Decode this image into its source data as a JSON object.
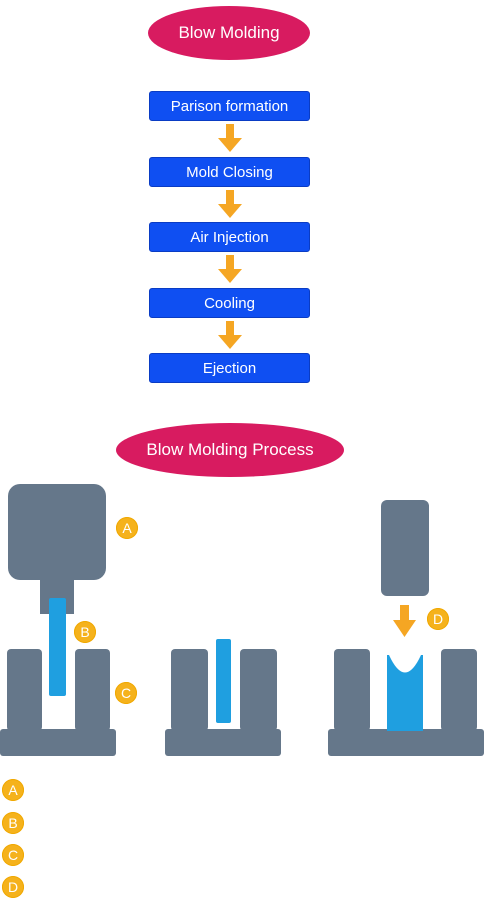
{
  "title": "Blow Molding",
  "steps": [
    "Parison formation",
    "Mold Closing",
    "Air Injection",
    "Cooling",
    "Ejection"
  ],
  "process_title": "Blow Molding Process",
  "markers": [
    "A",
    "B",
    "C",
    "D"
  ],
  "legend": [
    {
      "marker": "A",
      "text": ""
    },
    {
      "marker": "B",
      "text": ""
    },
    {
      "marker": "C",
      "text": ""
    },
    {
      "marker": "D",
      "text": ""
    }
  ],
  "colors": {
    "pill": "#d81b60",
    "step": "#0f4ff2",
    "arrow": "#f5a623",
    "machine": "#65778a",
    "parison": "#1f9fe0",
    "badge": "#f5b21c"
  }
}
